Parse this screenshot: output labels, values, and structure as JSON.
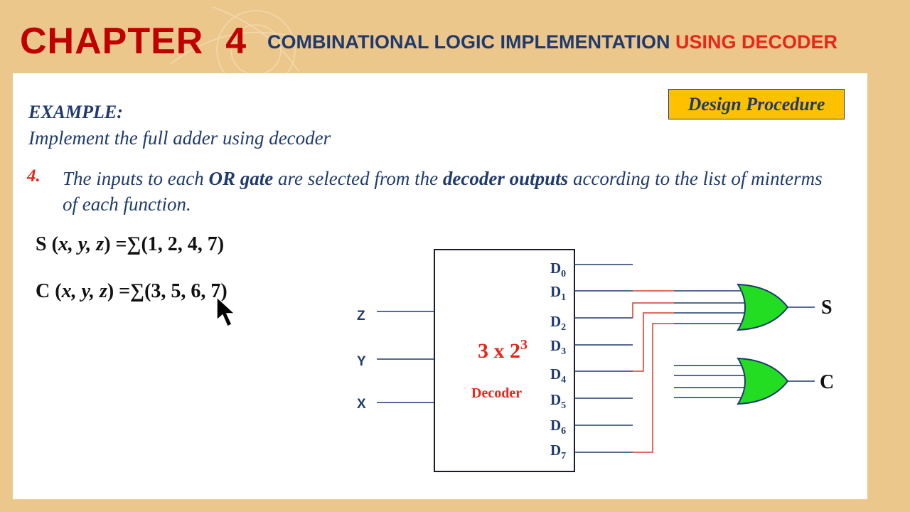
{
  "header": {
    "chapter": "CHAPTER  4",
    "title_part1": "COMBINATIONAL LOGIC IMPLEMENTATION ",
    "title_part2": "USING DECODER"
  },
  "badge": "Design Procedure",
  "example": {
    "heading": "EXAMPLE:",
    "subtitle": "Implement the full adder using decoder"
  },
  "step": {
    "number": "4.",
    "text_a": "The inputs to each ",
    "text_b": "OR gate",
    "text_c": " are selected from the ",
    "text_d": "decoder outputs",
    "text_e": " according to the list of minterms of each function."
  },
  "equations": {
    "s_name": "S",
    "s_vars": "x, y, z",
    "s_terms": "(1, 2, 4, 7)",
    "c_name": "C",
    "c_vars": "x, y, z",
    "c_terms": "(3, 5, 6, 7)",
    "sigma": "∑"
  },
  "decoder": {
    "size_base": "3 x 2",
    "size_exp": "3",
    "label": "Decoder",
    "inputs": [
      "Z",
      "Y",
      "X"
    ],
    "outputs": [
      "D0",
      "D1",
      "D2",
      "D3",
      "D4",
      "D5",
      "D6",
      "D7"
    ]
  },
  "gates": {
    "top_output": "S",
    "bottom_output": "C"
  },
  "colors": {
    "accent_red": "#e8261c",
    "chapter_red": "#c00000",
    "navy": "#1f3a6e",
    "gate_green": "#22dd22",
    "badge_yellow": "#ffc000",
    "wire_red": "#d83a2a"
  },
  "icons": {
    "cursor": "mouse-pointer-icon"
  }
}
